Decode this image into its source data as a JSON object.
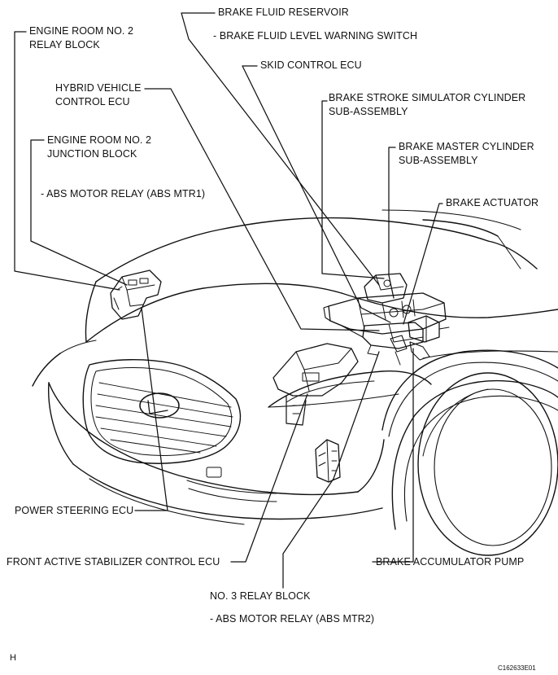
{
  "colors": {
    "ink": "#111111",
    "paper": "#ffffff"
  },
  "labels": {
    "engine_room_relay_block": {
      "line1": "ENGINE ROOM NO. 2",
      "line2": "RELAY BLOCK"
    },
    "brake_fluid_reservoir": "BRAKE FLUID RESERVOIR",
    "brake_fluid_level_switch": "- BRAKE FLUID LEVEL WARNING SWITCH",
    "skid_control_ecu": "SKID CONTROL ECU",
    "hybrid_vehicle_ecu": {
      "line1": "HYBRID VEHICLE",
      "line2": "CONTROL ECU"
    },
    "brake_stroke_simulator": {
      "line1": "BRAKE STROKE SIMULATOR CYLINDER",
      "line2": "SUB-ASSEMBLY"
    },
    "engine_room_junction_block": {
      "line1": "ENGINE ROOM NO. 2",
      "line2": "JUNCTION BLOCK"
    },
    "brake_master_cylinder": {
      "line1": "BRAKE MASTER CYLINDER",
      "line2": "SUB-ASSEMBLY"
    },
    "abs_motor_relay_1": "- ABS MOTOR RELAY (ABS MTR1)",
    "brake_actuator": "BRAKE ACTUATOR",
    "power_steering_ecu": "POWER STEERING ECU",
    "front_active_stabilizer_ecu": "FRONT ACTIVE STABILIZER CONTROL ECU",
    "brake_accumulator_pump": "BRAKE ACCUMULATOR PUMP",
    "no3_relay_block": "NO. 3 RELAY BLOCK",
    "abs_motor_relay_2": "- ABS MOTOR RELAY (ABS MTR2)"
  },
  "footer": {
    "view_letter": "H",
    "figure_code": "C162633E01"
  }
}
